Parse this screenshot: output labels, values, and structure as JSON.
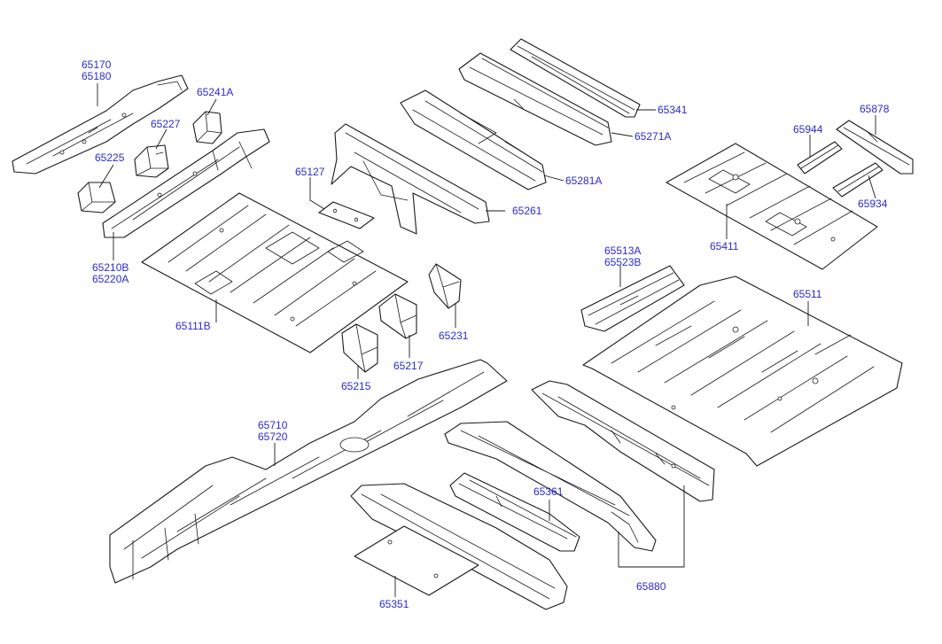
{
  "diagram": {
    "colors": {
      "label": "#2a2ad0",
      "line": "#1a1a1a",
      "background": "#ffffff"
    },
    "labels": {
      "p65170_65180": [
        "65170",
        "65180"
      ],
      "p65241A": "65241A",
      "p65227": "65227",
      "p65225": "65225",
      "p65210B_65220A": [
        "65210B",
        "65220A"
      ],
      "p65111B": "65111B",
      "p65127": "65127",
      "p65261": "65261",
      "p65281A": "65281A",
      "p65271A": "65271A",
      "p65341": "65341",
      "p65231": "65231",
      "p65217": "65217",
      "p65215": "65215",
      "p65944": "65944",
      "p65878": "65878",
      "p65934": "65934",
      "p65411": "65411",
      "p65513A_65523B": [
        "65513A",
        "65523B"
      ],
      "p65511": "65511",
      "p65710_65720": [
        "65710",
        "65720"
      ],
      "p65361": "65361",
      "p65351": "65351",
      "p65880": "65880"
    }
  }
}
